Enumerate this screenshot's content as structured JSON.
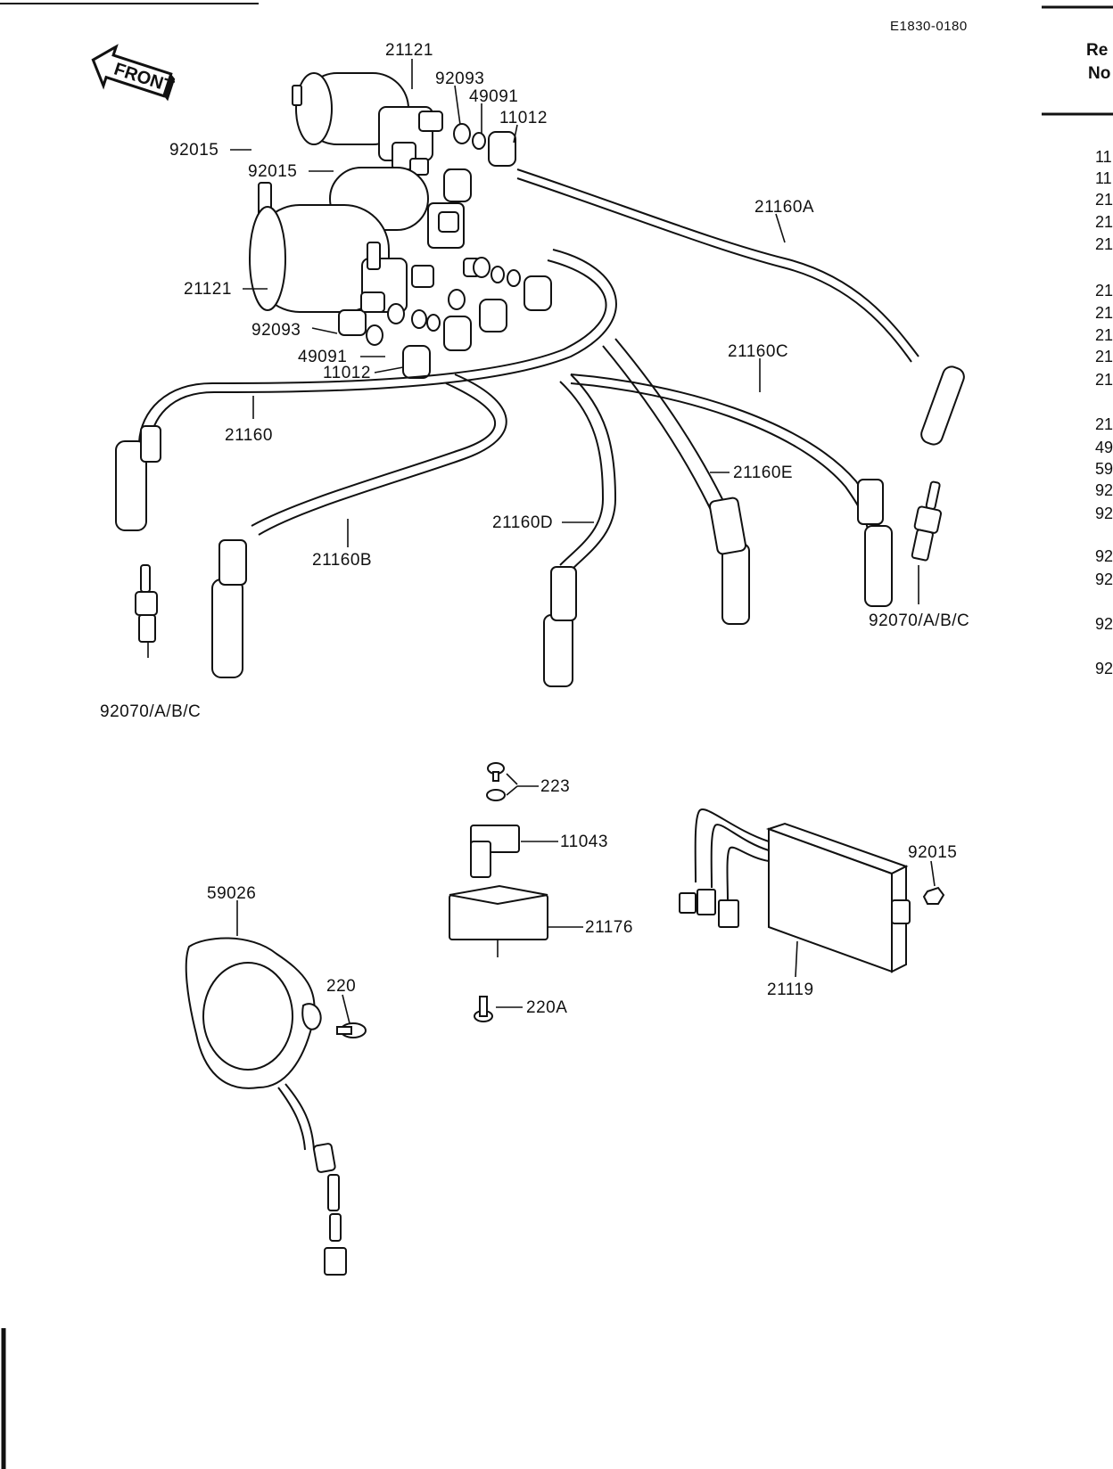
{
  "diagram_code": "E1830-0180",
  "front_arrow_text": "FRONT",
  "right_header_fragment": [
    "Re",
    "No"
  ],
  "right_list_fragments": [
    "11",
    "11",
    "21",
    "21",
    "21",
    "21",
    "21",
    "21",
    "21",
    "21",
    "21",
    "49",
    "59",
    "92",
    "92",
    "92",
    "92",
    "92",
    "92"
  ],
  "callouts": {
    "coil_top": "21121",
    "coil_bottom": "21121",
    "cap_nut_top_a": "92015",
    "cap_nut_top_b": "92015",
    "seal_top": "92093",
    "ring_top": "49091",
    "cap_top": "11012",
    "seal_bottom": "92093",
    "ring_bottom": "49091",
    "cap_bottom": "11012",
    "lead_a": "21160A",
    "lead_main": "21160",
    "lead_b": "21160B",
    "lead_c": "21160C",
    "lead_d": "21160D",
    "lead_e": "21160E",
    "plug_left": "92070/A/B/C",
    "plug_right": "92070/A/B/C",
    "screw_top": "223",
    "bracket": "11043",
    "igniter": "21176",
    "screw_bottom": "220A",
    "pickup": "59026",
    "screw_pickup": "220",
    "regulator": "21119",
    "nut_regulator": "92015"
  }
}
